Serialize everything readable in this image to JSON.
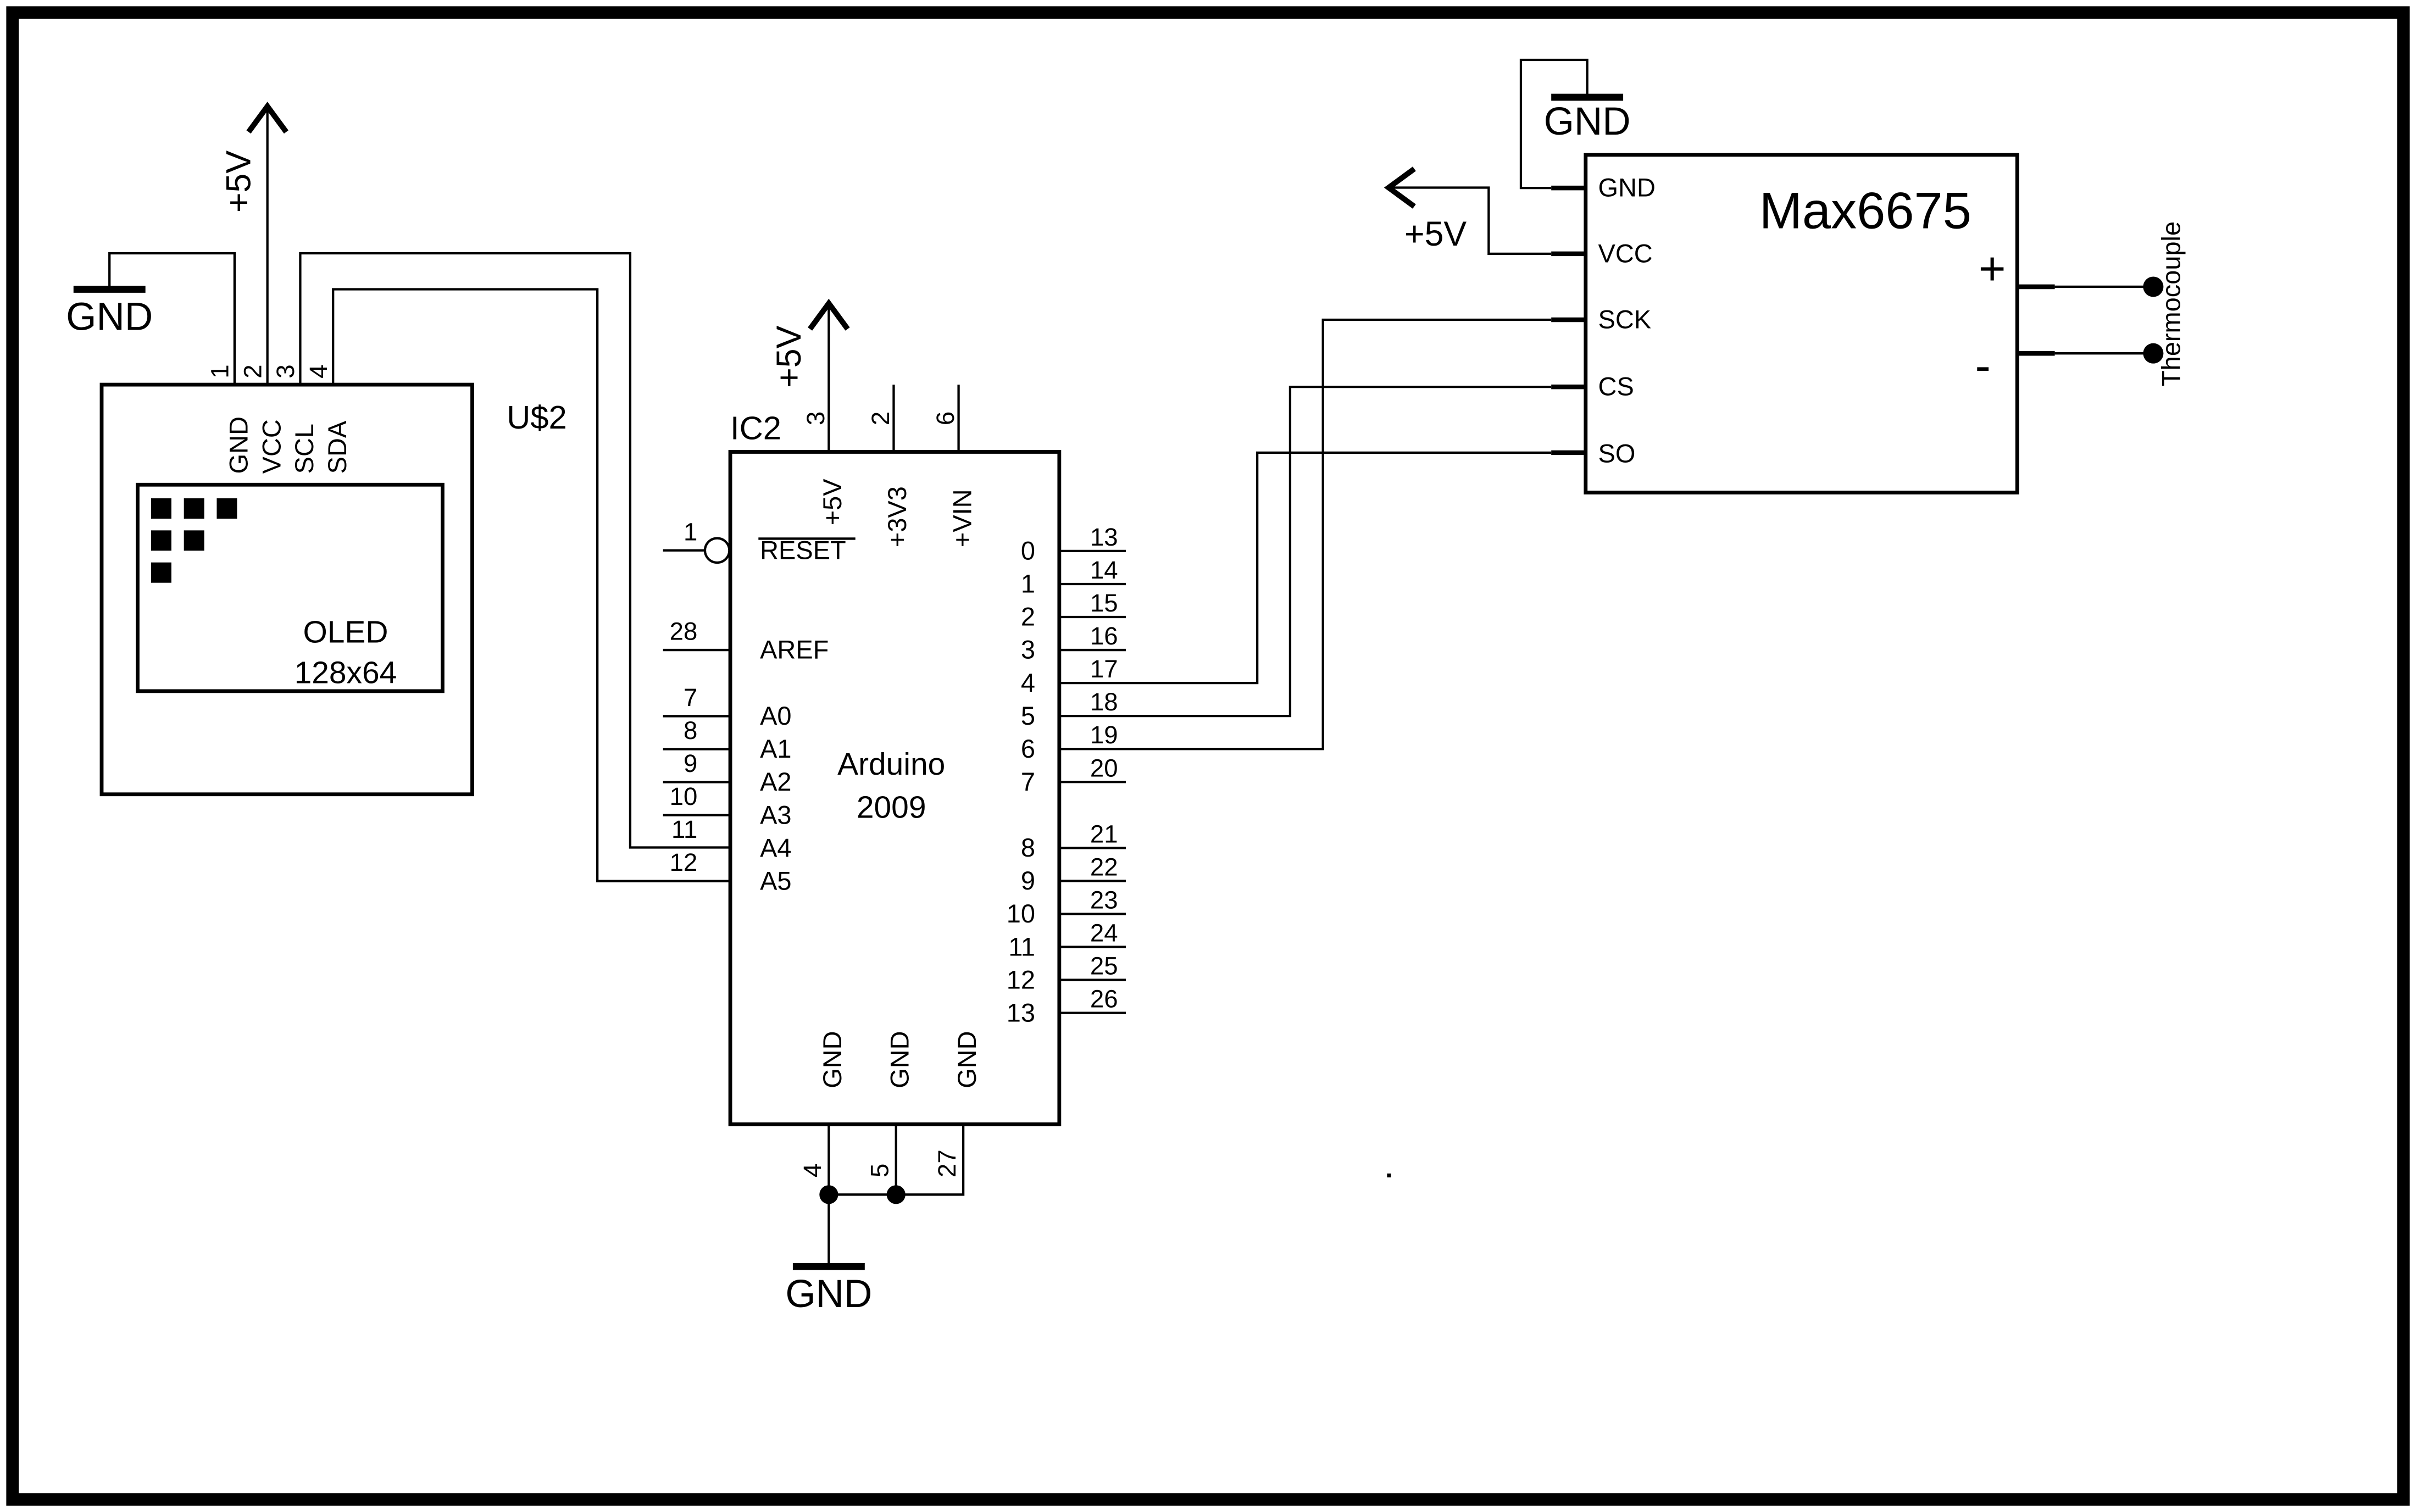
{
  "schematic": {
    "oled": {
      "ref": "U$2",
      "title_line1": "OLED",
      "title_line2": "128x64",
      "pins": [
        {
          "number": "1",
          "label": "GND"
        },
        {
          "number": "2",
          "label": "VCC"
        },
        {
          "number": "3",
          "label": "SCL"
        },
        {
          "number": "4",
          "label": "SDA"
        }
      ]
    },
    "arduino": {
      "ref": "IC2",
      "title_line1": "Arduino",
      "title_line2": "2009",
      "top_pins": [
        {
          "number": "3",
          "label": "+5V"
        },
        {
          "number": "2",
          "label": "+3V3"
        },
        {
          "number": "6",
          "label": "+VIN"
        }
      ],
      "left_pins": [
        {
          "number": "1",
          "label": "RESET"
        },
        {
          "number": "28",
          "label": "AREF"
        },
        {
          "number": "7",
          "label": "A0"
        },
        {
          "number": "8",
          "label": "A1"
        },
        {
          "number": "9",
          "label": "A2"
        },
        {
          "number": "10",
          "label": "A3"
        },
        {
          "number": "11",
          "label": "A4"
        },
        {
          "number": "12",
          "label": "A5"
        }
      ],
      "right_pins": [
        {
          "number": "13",
          "label": "0"
        },
        {
          "number": "14",
          "label": "1"
        },
        {
          "number": "15",
          "label": "2"
        },
        {
          "number": "16",
          "label": "3"
        },
        {
          "number": "17",
          "label": "4"
        },
        {
          "number": "18",
          "label": "5"
        },
        {
          "number": "19",
          "label": "6"
        },
        {
          "number": "20",
          "label": "7"
        },
        {
          "number": "21",
          "label": "8"
        },
        {
          "number": "22",
          "label": "9"
        },
        {
          "number": "23",
          "label": "10"
        },
        {
          "number": "24",
          "label": "11"
        },
        {
          "number": "25",
          "label": "12"
        },
        {
          "number": "26",
          "label": "13"
        }
      ],
      "bottom_pins": [
        {
          "number": "4",
          "label": "GND"
        },
        {
          "number": "5",
          "label": "GND"
        },
        {
          "number": "27",
          "label": "GND"
        }
      ]
    },
    "max6675": {
      "title": "Max6675",
      "left_pins": [
        {
          "label": "GND"
        },
        {
          "label": "VCC"
        },
        {
          "label": "SCK"
        },
        {
          "label": "CS"
        },
        {
          "label": "SO"
        }
      ],
      "right_pins": [
        {
          "label": "+"
        },
        {
          "label": "-"
        }
      ]
    },
    "thermocouple_label": "Thermocouple",
    "power": {
      "oled_gnd": "GND",
      "oled_5v": "+5V",
      "ic2_5v": "+5V",
      "bottom_gnd": "GND",
      "max_gnd": "GND",
      "max_5v": "+5V"
    },
    "colors": {
      "ink": "#000000",
      "paper": "#ffffff"
    }
  }
}
